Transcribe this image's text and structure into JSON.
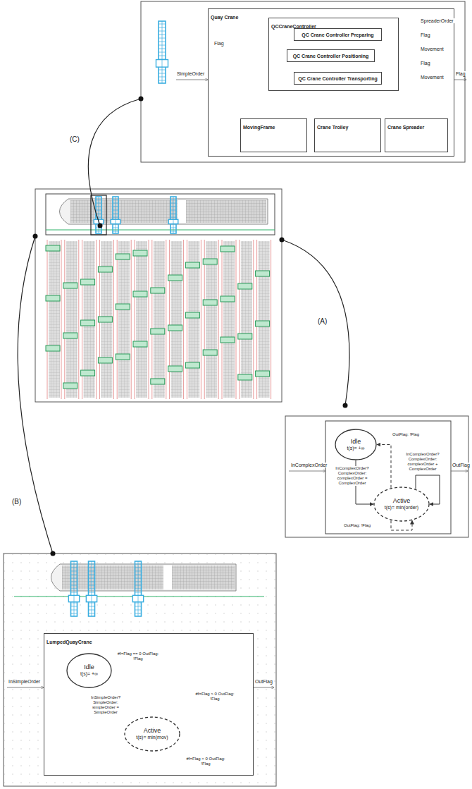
{
  "diagram": {
    "nodes": [
      {
        "text": [
          "Quay Crane"
        ]
      },
      {
        "text": [
          "QCCraneController"
        ],
        "in": 0
      },
      {
        "text": [
          "QC Crane Controller Preparing"
        ],
        "in": 1
      },
      {
        "text": [
          "QC Crane Controller Positioning"
        ],
        "in": 1
      },
      {
        "text": [
          "QC Crane Controller Transporting"
        ],
        "in": 1
      },
      {
        "text": [
          "MovingFrame"
        ],
        "in": 0
      },
      {
        "text": [
          "Crane Trolley"
        ],
        "in": 0
      },
      {
        "text": [
          "Crane Spreader"
        ],
        "in": 0
      },
      {
        "text": [
          "Idle",
          "t(s)= +∞"
        ]
      },
      {
        "text": [
          "Active",
          "t(s)= min(order)"
        ]
      },
      {
        "text": [
          "LumpedQuayCrane"
        ]
      },
      {
        "text": [
          "Idle",
          "t(s)= +∞"
        ],
        "in": 10
      },
      {
        "text": [
          "Active",
          "t(s)= min(mov)"
        ],
        "in": 10
      }
    ],
    "edges": [
      {
        "from": 2,
        "to": 7,
        "arrow": "to"
      },
      {
        "from": 3,
        "to": 6,
        "arrow": "to"
      },
      {
        "from": 4,
        "to": 5,
        "arrow": "to"
      },
      {
        "from": 5,
        "to": 2,
        "arrow": "to"
      },
      {
        "from": 6,
        "to": 3,
        "arrow": "to"
      },
      {
        "from": 8,
        "to": 9,
        "arrow": "to",
        "label": "InComplexOrder? ComplexOrder: complexOrder = ComplexOrder"
      },
      {
        "from": 9,
        "to": 8,
        "arrow": "to",
        "label": "OutFlag: !Flag"
      },
      {
        "from": 9,
        "to": 9,
        "arrow": "to",
        "label": "InComplexOrder? ComplexOrder: complexOrder + ComplexOrder"
      },
      {
        "from": 9,
        "to": 9,
        "arrow": "to",
        "label": "OutFlag: !Flag"
      },
      {
        "from": 11,
        "to": 12,
        "arrow": "to",
        "label": "InSimpleOrder? SimpleOrder: simpleOrder = SimpleOrder"
      },
      {
        "from": 12,
        "to": 11,
        "arrow": "to",
        "label": "#f=Flag == 0 OutFlag: !Flag"
      },
      {
        "from": 12,
        "to": 12,
        "arrow": "to",
        "label": "#f=Flag > 0 OutFlag: !Flag"
      },
      {
        "from": 12,
        "to": 12,
        "arrow": "to",
        "label": "#f=Flag > 0 OutFlag: !Flag"
      }
    ],
    "labels": [
      "(C)",
      "(A)",
      "(B)",
      "SimpleOrder",
      "Flag",
      "Flag",
      "SpreaderOrder",
      "Flag",
      "Movement",
      "Flag",
      "Movement",
      "InComplexOrder",
      "OutFlag",
      "InSimpleOrder",
      "OutFlag"
    ]
  }
}
